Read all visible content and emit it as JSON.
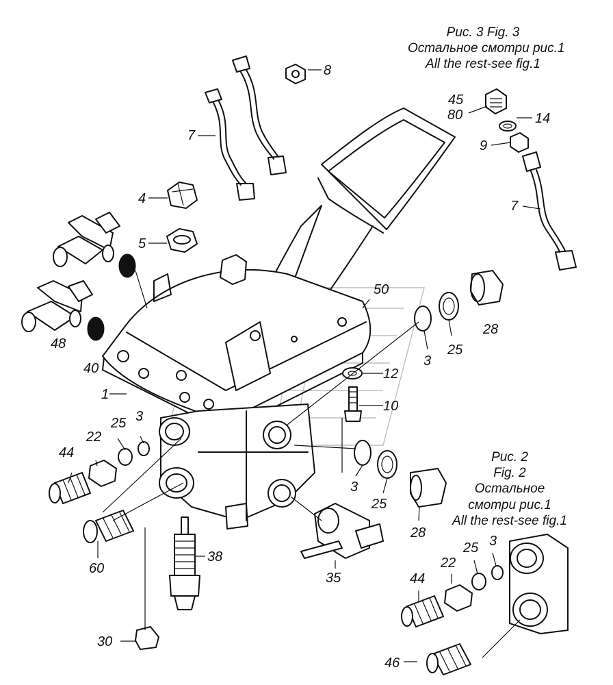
{
  "captions": {
    "fig3": {
      "line1": "Рис. 3 Fig. 3",
      "line2": "Остальное смотри рис.1",
      "line3": "All the rest-see fig.1"
    },
    "fig2": {
      "line1": "Рис. 2",
      "line2": "Fig. 2",
      "line3": "Остальное",
      "line4": "смотри рис.1",
      "line5": "All the rest-see fig.1"
    }
  },
  "labels": {
    "l1": "1",
    "l3a": "3",
    "l3b": "3",
    "l3c": "3",
    "l3d": "3",
    "l4": "4",
    "l5": "5",
    "l7a": "7",
    "l7b": "7",
    "l8": "8",
    "l9": "9",
    "l10": "10",
    "l12": "12",
    "l14": "14",
    "l22a": "22",
    "l22b": "22",
    "l25a": "25",
    "l25b": "25",
    "l25c": "25",
    "l25d": "25",
    "l28a": "28",
    "l28b": "28",
    "l30": "30",
    "l35": "35",
    "l38": "38",
    "l40": "40",
    "l44a": "44",
    "l44b": "44",
    "l45": "45",
    "l46": "46",
    "l48": "48",
    "l50": "50",
    "l60": "60",
    "l80": "80"
  }
}
